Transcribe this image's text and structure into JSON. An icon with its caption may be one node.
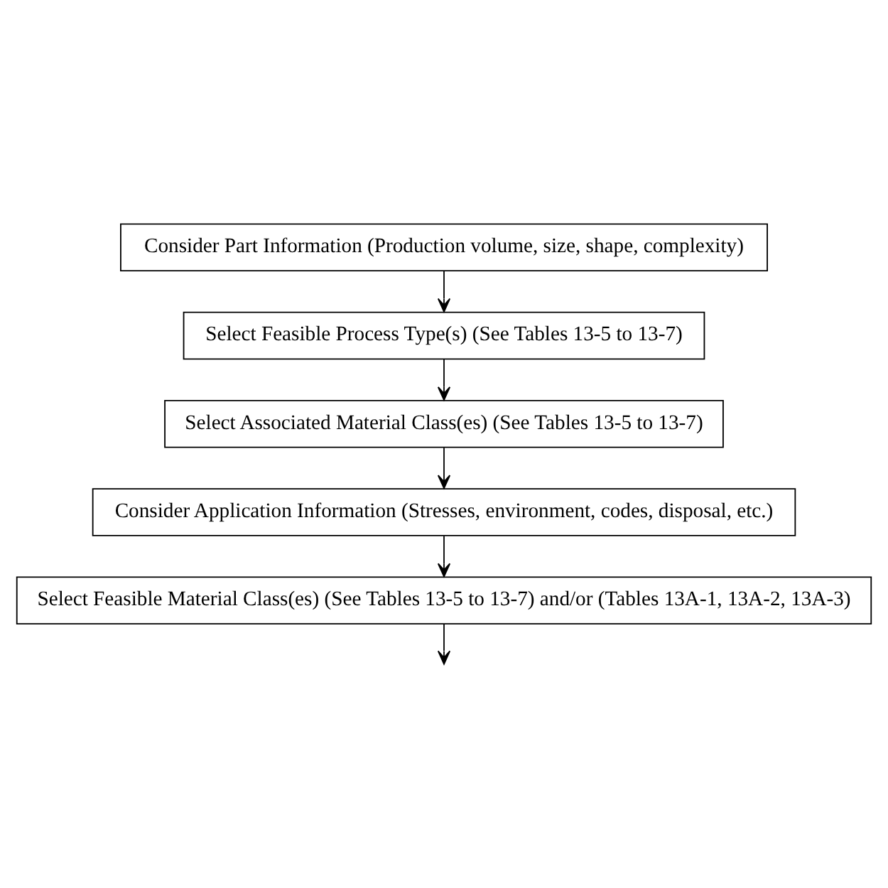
{
  "diagram": {
    "nodes": [
      {
        "text": [
          "Consider Part Information (Production volume, size, shape, complexity)"
        ]
      },
      {
        "text": [
          "Select Feasible Process Type(s) (See Tables 13-5 to 13-7)"
        ]
      },
      {
        "text": [
          "Select Associated Material Class(es) (See Tables 13-5 to 13-7)"
        ]
      },
      {
        "text": [
          "Consider Application Information (Stresses, environment, codes, disposal, etc.)"
        ]
      },
      {
        "text": [
          "Select Feasible Material Class(es) (See Tables 13-5 to 13-7) and/or (Tables 13A-1, 13A-2, 13A-3)"
        ]
      }
    ],
    "edges": [
      {
        "from": 0,
        "to": 1,
        "arrow": "to"
      },
      {
        "from": 1,
        "to": 2,
        "arrow": "to"
      },
      {
        "from": 2,
        "to": 3,
        "arrow": "to"
      },
      {
        "from": 3,
        "to": 4,
        "arrow": "to"
      },
      {
        "from": 4,
        "to": null,
        "arrow": "to"
      }
    ]
  }
}
